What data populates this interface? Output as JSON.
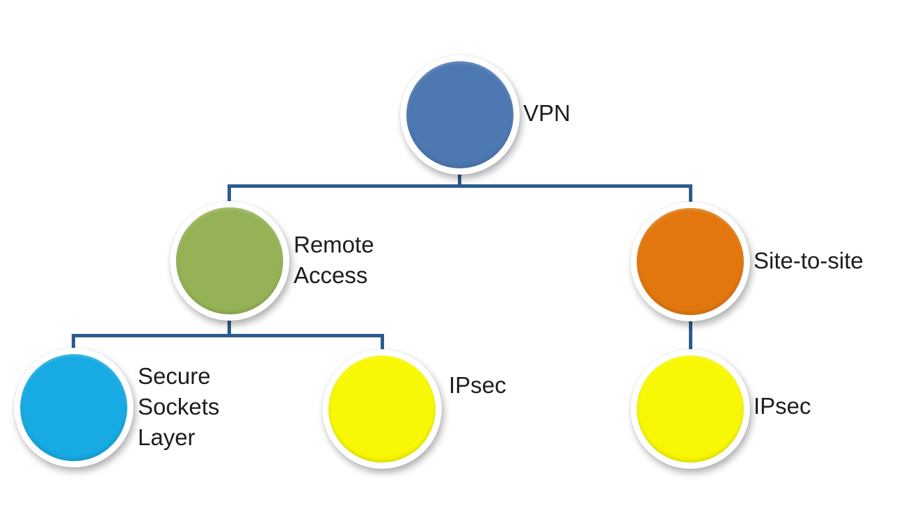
{
  "diagram": {
    "type": "tree",
    "background": "#ffffff",
    "text_color": "#1d1d1d",
    "connector_color": "#2b5c8e",
    "nodes": [
      {
        "id": "vpn",
        "label": "VPN",
        "color": "#4d78b1",
        "level": 1,
        "parent": null
      },
      {
        "id": "remote-access",
        "label": "Remote Access",
        "color": "#95b356",
        "level": 2,
        "parent": "vpn"
      },
      {
        "id": "site-to-site",
        "label": "Site-to-site",
        "color": "#e2770e",
        "level": 2,
        "parent": "vpn"
      },
      {
        "id": "secure-sockets-layer",
        "label": "Secure Sockets Layer",
        "color": "#17aae3",
        "level": 3,
        "parent": "remote-access"
      },
      {
        "id": "ipsec-remote",
        "label": "IPsec",
        "color": "#f8f805",
        "level": 3,
        "parent": "remote-access"
      },
      {
        "id": "ipsec-site",
        "label": "IPsec",
        "color": "#f8f805",
        "level": 3,
        "parent": "site-to-site"
      }
    ]
  }
}
